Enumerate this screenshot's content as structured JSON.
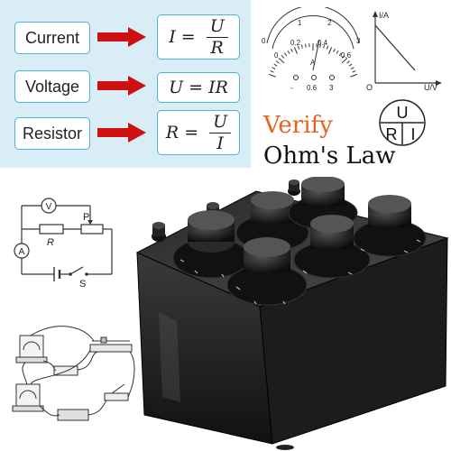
{
  "formulas": [
    {
      "label": "Current",
      "lhs": "I",
      "num": "U",
      "den": "R"
    },
    {
      "label": "Voltage",
      "text": "U = IR"
    },
    {
      "label": "Resistor",
      "lhs": "R",
      "num": "U",
      "den": "I"
    }
  ],
  "title": {
    "line1": "Verify",
    "line2": "Ohm's Law"
  },
  "meter": {
    "top_scale": [
      "0",
      "1",
      "2",
      "3"
    ],
    "bottom_scale": [
      "0",
      "0.2",
      "0.4",
      "0.6"
    ],
    "unit": "A",
    "terminals": [
      "-",
      "0.6",
      "3"
    ]
  },
  "graph": {
    "ylabel": "I/A",
    "xlabel": "U/V",
    "origin": "O"
  },
  "triangle": {
    "top": "U",
    "left": "R",
    "right": "I"
  },
  "circuit": {
    "voltmeter": "V",
    "ammeter": "A",
    "resistor": "R",
    "rheostat": "P",
    "switch": "S"
  },
  "colors": {
    "accent_orange": "#e2641f",
    "border_blue": "#4fb1d6",
    "panel_bg": "#d8edf6",
    "arrow_red": "#cc0f0f"
  }
}
